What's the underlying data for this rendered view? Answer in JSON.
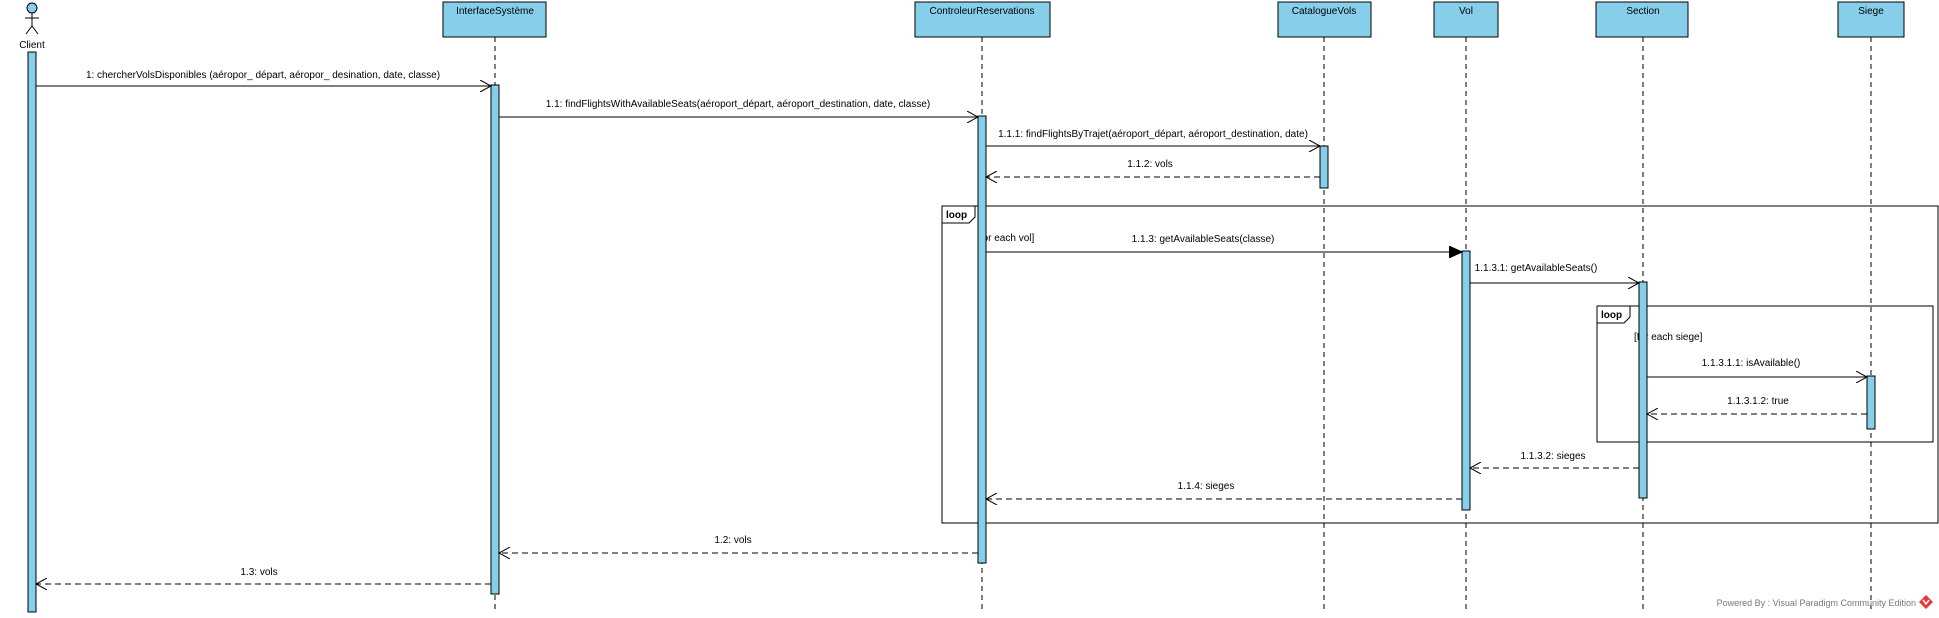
{
  "colors": {
    "lifeline_header_fill": "#87CEEB",
    "activation_fill": "#87CEEB",
    "stroke": "#000000",
    "logo": "#e53935"
  },
  "actor": {
    "name": "Client"
  },
  "participants": [
    "InterfaceSystème",
    "ControleurReservations",
    "CatalogueVols",
    "Vol",
    "Section",
    "Siege"
  ],
  "messages": [
    {
      "label": "1: chercherVolsDisponibles (aéropor_ départ, aéropor_ desination, date, classe)",
      "from": "Client",
      "to": "InterfaceSystème",
      "kind": "sync"
    },
    {
      "label": "1.1: findFlightsWithAvailableSeats(aéroport_départ, aéroport_destination, date, classe)",
      "from": "InterfaceSystème",
      "to": "ControleurReservations",
      "kind": "sync"
    },
    {
      "label": "1.1.1: findFlightsByTrajet(aéroport_départ, aéroport_destination, date)",
      "from": "ControleurReservations",
      "to": "CatalogueVols",
      "kind": "sync"
    },
    {
      "label": "1.1.2: vols",
      "from": "CatalogueVols",
      "to": "ControleurReservations",
      "kind": "return"
    },
    {
      "label": "1.1.3: getAvailableSeats(classe)",
      "from": "ControleurReservations",
      "to": "Vol",
      "kind": "call"
    },
    {
      "label": "1.1.3.1: getAvailableSeats()",
      "from": "Vol",
      "to": "Section",
      "kind": "sync"
    },
    {
      "label": "1.1.3.1.1: isAvailable()",
      "from": "Section",
      "to": "Siege",
      "kind": "sync"
    },
    {
      "label": "1.1.3.1.2: true",
      "from": "Siege",
      "to": "Section",
      "kind": "return"
    },
    {
      "label": "1.1.3.2: sieges",
      "from": "Section",
      "to": "Vol",
      "kind": "return"
    },
    {
      "label": "1.1.4: sieges",
      "from": "Vol",
      "to": "ControleurReservations",
      "kind": "return"
    },
    {
      "label": "1.2: vols",
      "from": "ControleurReservations",
      "to": "InterfaceSystème",
      "kind": "return"
    },
    {
      "label": "1.3: vols",
      "from": "InterfaceSystème",
      "to": "Client",
      "kind": "return"
    }
  ],
  "fragments": [
    {
      "operator": "loop",
      "guard": "[for each vol]"
    },
    {
      "operator": "loop",
      "guard": "[for each siege]"
    }
  ],
  "footer": {
    "text": "Powered By : Visual Paradigm Community Edition"
  }
}
